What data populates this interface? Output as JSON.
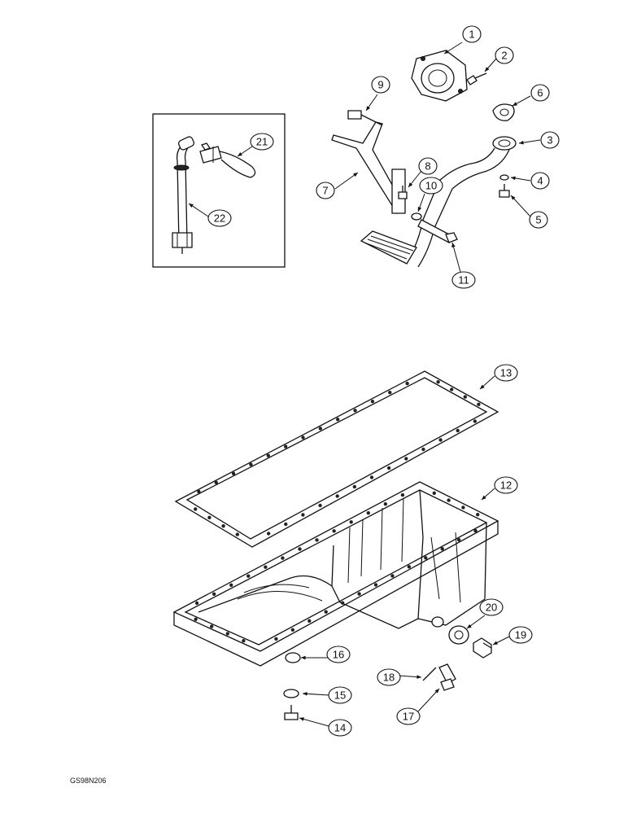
{
  "drawing_code": "GS98N206",
  "callouts": [
    {
      "n": "1"
    },
    {
      "n": "2"
    },
    {
      "n": "3"
    },
    {
      "n": "4"
    },
    {
      "n": "5"
    },
    {
      "n": "6"
    },
    {
      "n": "7"
    },
    {
      "n": "8"
    },
    {
      "n": "9"
    },
    {
      "n": "10"
    },
    {
      "n": "11"
    },
    {
      "n": "12"
    },
    {
      "n": "13"
    },
    {
      "n": "14"
    },
    {
      "n": "15"
    },
    {
      "n": "16"
    },
    {
      "n": "17"
    },
    {
      "n": "18"
    },
    {
      "n": "19"
    },
    {
      "n": "20"
    },
    {
      "n": "21"
    },
    {
      "n": "22"
    }
  ]
}
